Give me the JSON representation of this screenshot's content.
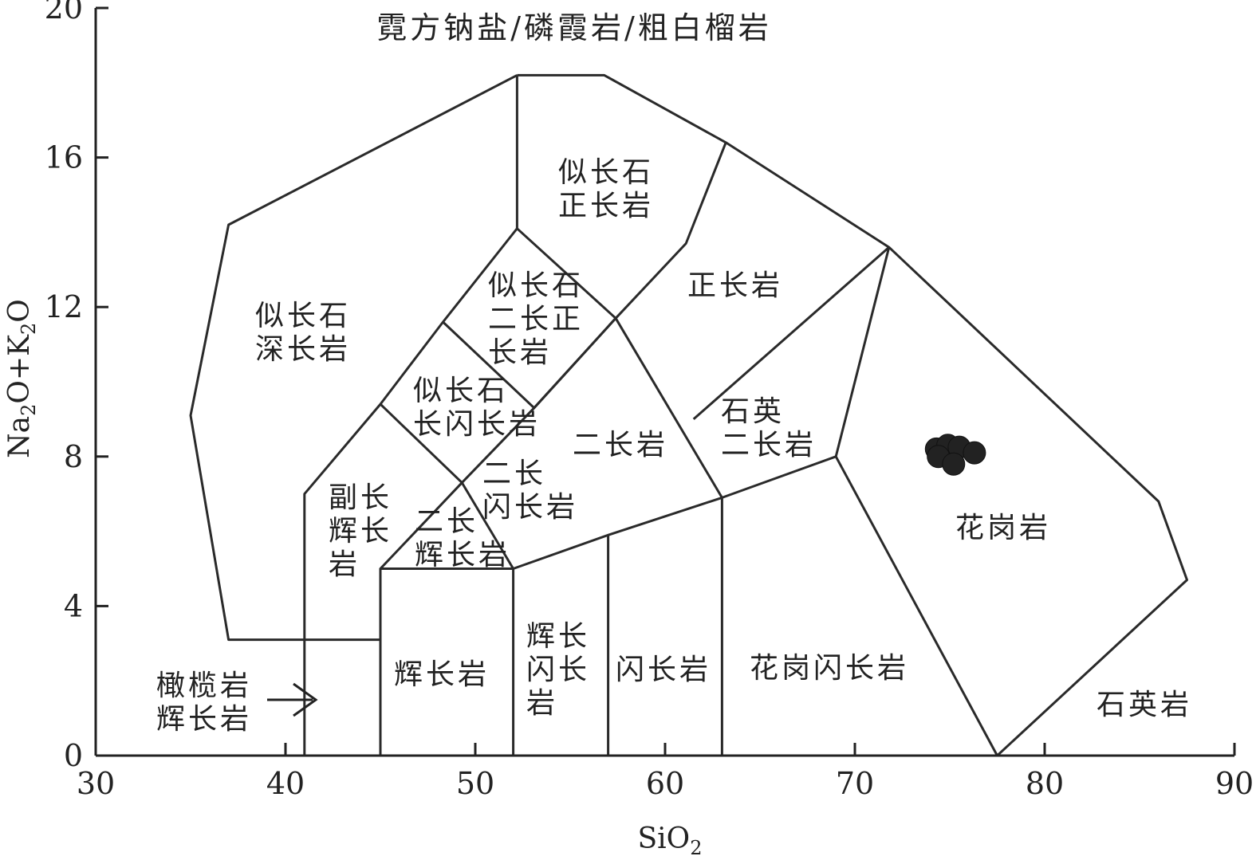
{
  "chart_data": {
    "type": "scatter",
    "title": "",
    "xlabel": "SiO",
    "xlabel_sub": "2",
    "ylabel": {
      "parts": [
        "Na",
        "2",
        "O+K",
        "2",
        "O"
      ]
    },
    "xlim": [
      30,
      90
    ],
    "ylim": [
      0,
      20
    ],
    "xticks": [
      30,
      40,
      50,
      60,
      70,
      80,
      90
    ],
    "yticks": [
      0,
      4,
      8,
      12,
      16,
      20
    ],
    "grid": false,
    "top_label": "霓方钠盐/磷霞岩/粗白榴岩",
    "fields": [
      {
        "lines": [
          "似长石",
          "深长岩"
        ]
      },
      {
        "lines": [
          "似长石",
          "正长岩"
        ]
      },
      {
        "lines": [
          "似长石",
          "二长正",
          "长岩"
        ]
      },
      {
        "lines": [
          "正长岩"
        ]
      },
      {
        "lines": [
          "似长石",
          "长闪长岩"
        ]
      },
      {
        "lines": [
          "二长岩"
        ]
      },
      {
        "lines": [
          "石英",
          "二长岩"
        ]
      },
      {
        "lines": [
          "副长",
          "辉长",
          "岩"
        ]
      },
      {
        "lines": [
          "二长",
          "闪长岩"
        ]
      },
      {
        "lines": [
          "二长",
          "辉长岩"
        ]
      },
      {
        "lines": [
          "花岗岩"
        ]
      },
      {
        "lines": [
          "辉长岩"
        ]
      },
      {
        "lines": [
          "辉长",
          "闪长",
          "岩"
        ]
      },
      {
        "lines": [
          "闪长岩"
        ]
      },
      {
        "lines": [
          "花岗闪长岩"
        ]
      },
      {
        "lines": [
          "石英岩"
        ]
      },
      {
        "lines": [
          "橄榄岩",
          "辉长岩"
        ]
      }
    ],
    "boundaries": [
      [
        [
          52.2,
          18.2
        ],
        [
          56.8,
          18.2
        ],
        [
          63.2,
          16.4
        ],
        [
          71.8,
          13.6
        ],
        [
          86,
          6.8
        ],
        [
          87.5,
          4.7
        ],
        [
          77.5,
          0
        ]
      ],
      [
        [
          52.2,
          18.2
        ],
        [
          37,
          14.2
        ],
        [
          35,
          9.1
        ],
        [
          37,
          3.1
        ],
        [
          45,
          3.1
        ]
      ],
      [
        [
          52.2,
          18.2
        ],
        [
          52.2,
          14.1
        ],
        [
          57.4,
          11.7
        ],
        [
          61.1,
          13.7
        ],
        [
          63.2,
          16.4
        ]
      ],
      [
        [
          52.2,
          14.1
        ],
        [
          48.3,
          11.6
        ],
        [
          45,
          9.4
        ],
        [
          41,
          7.0
        ],
        [
          41,
          0
        ]
      ],
      [
        [
          48.3,
          11.6
        ],
        [
          53.1,
          9.3
        ],
        [
          57.4,
          11.7
        ]
      ],
      [
        [
          57.4,
          11.7
        ],
        [
          53.1,
          9.3
        ],
        [
          49.3,
          7.3
        ],
        [
          45,
          5.0
        ],
        [
          52.0,
          5.0
        ],
        [
          57,
          5.9
        ],
        [
          63,
          6.9
        ],
        [
          69,
          8.0
        ],
        [
          71.8,
          13.6
        ]
      ],
      [
        [
          45,
          9.4
        ],
        [
          49.3,
          7.3
        ],
        [
          52.0,
          5.0
        ],
        [
          52,
          0
        ]
      ],
      [
        [
          57.4,
          11.7
        ],
        [
          63,
          6.9
        ],
        [
          63,
          0
        ]
      ],
      [
        [
          61.5,
          9.0
        ],
        [
          71.8,
          13.6
        ]
      ],
      [
        [
          45,
          5.0
        ],
        [
          45,
          0
        ]
      ],
      [
        [
          57,
          5.9
        ],
        [
          57,
          0
        ]
      ],
      [
        [
          69,
          8.0
        ],
        [
          77.5,
          0
        ]
      ]
    ],
    "samples": [
      {
        "x": 74.3,
        "y": 8.2
      },
      {
        "x": 74.9,
        "y": 8.3
      },
      {
        "x": 75.5,
        "y": 8.25
      },
      {
        "x": 74.4,
        "y": 8.0
      },
      {
        "x": 75.2,
        "y": 7.8
      },
      {
        "x": 76.3,
        "y": 8.1
      }
    ]
  }
}
